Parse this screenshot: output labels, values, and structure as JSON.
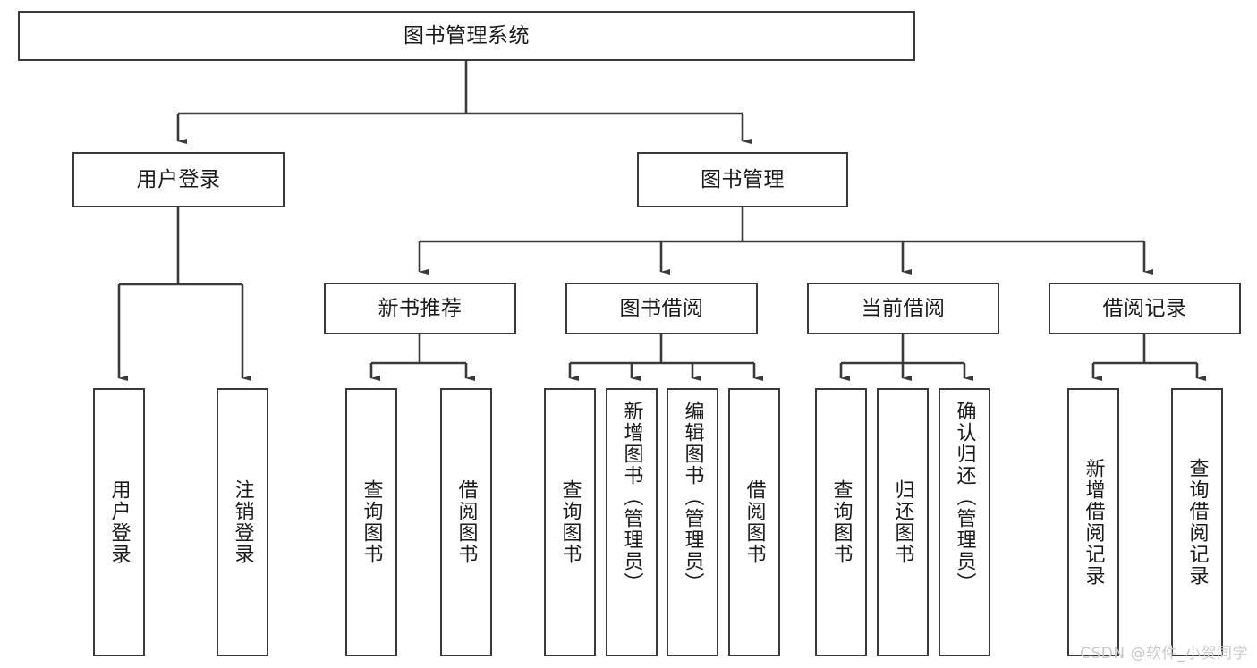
{
  "diagram": {
    "type": "tree-hierarchy-flowchart",
    "root": {
      "label": "图书管理系统"
    },
    "level2": [
      {
        "id": "user-login",
        "label": "用户登录"
      },
      {
        "id": "book-management",
        "label": "图书管理"
      }
    ],
    "level3": [
      {
        "id": "new-book-recommend",
        "label": "新书推荐"
      },
      {
        "id": "book-borrow",
        "label": "图书借阅"
      },
      {
        "id": "current-borrow",
        "label": "当前借阅"
      },
      {
        "id": "borrow-record",
        "label": "借阅记录"
      }
    ],
    "leaves": [
      {
        "id": "leaf-user-login",
        "label": "用户登录",
        "parent": "user-login"
      },
      {
        "id": "leaf-logout-login",
        "label": "注销登录",
        "parent": "user-login"
      },
      {
        "id": "leaf-query-book-1",
        "label": "查询图书",
        "parent": "new-book-recommend"
      },
      {
        "id": "leaf-borrow-book-1",
        "label": "借阅图书",
        "parent": "new-book-recommend"
      },
      {
        "id": "leaf-query-book-2",
        "label": "查询图书",
        "parent": "book-borrow"
      },
      {
        "id": "leaf-add-book",
        "label": "新增图书（管理员）",
        "parent": "book-borrow"
      },
      {
        "id": "leaf-edit-book",
        "label": "编辑图书（管理员）",
        "parent": "book-borrow"
      },
      {
        "id": "leaf-borrow-book-2",
        "label": "借阅图书",
        "parent": "book-borrow"
      },
      {
        "id": "leaf-query-book-3",
        "label": "查询图书",
        "parent": "current-borrow"
      },
      {
        "id": "leaf-return-book",
        "label": "归还图书",
        "parent": "current-borrow"
      },
      {
        "id": "leaf-confirm-return",
        "label": "确认归还（管理员）",
        "parent": "current-borrow"
      },
      {
        "id": "leaf-add-record",
        "label": "新增借阅记录",
        "parent": "borrow-record"
      },
      {
        "id": "leaf-query-record",
        "label": "查询借阅记录",
        "parent": "borrow-record"
      }
    ],
    "colors": {
      "border": "#3a3a3a",
      "background": "#ffffff",
      "text": "#1a1a1a",
      "connector": "#3a3a3a",
      "watermark": "#c9c9c9"
    }
  },
  "watermark": {
    "text": "CSDN @软件_小贺同学"
  }
}
